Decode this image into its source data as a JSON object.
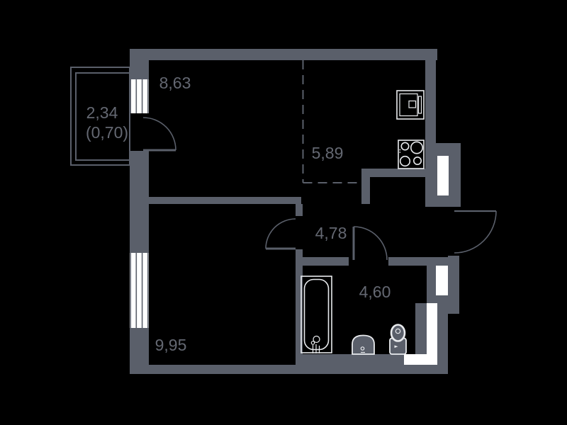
{
  "plan": {
    "type": "apartment-floor-plan",
    "rooms": {
      "living": {
        "area": "8,63"
      },
      "kitchen": {
        "area": "5,89"
      },
      "hall": {
        "area": "4,78"
      },
      "bathroom": {
        "area": "4,60"
      },
      "bedroom": {
        "area": "9,95"
      },
      "balcony": {
        "area": "2,34",
        "reduced": "(0,70)"
      }
    },
    "fixtures": [
      "bathtub",
      "washbasin",
      "toilet",
      "kitchen-sink",
      "stove-4-burner"
    ],
    "features": [
      "balcony-railing",
      "window-living",
      "window-bedroom",
      "balcony-door",
      "bedroom-door",
      "bathroom-door",
      "entrance-door",
      "kitchen-zone-dashed-boundary",
      "duct-shafts"
    ]
  },
  "colors": {
    "background": "#000000",
    "wall": "#5a5f6a",
    "opening": "#ffffff",
    "fixture": "#e9ebee",
    "label": "#646872"
  }
}
